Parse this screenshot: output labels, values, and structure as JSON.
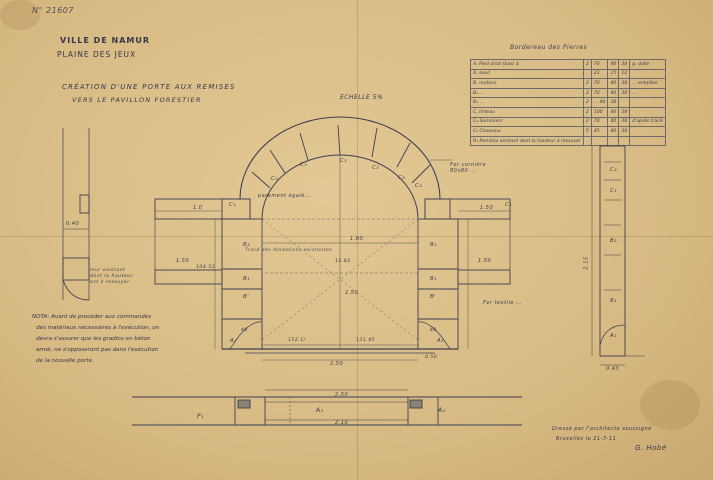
{
  "header": {
    "ref_number": "N° 21607",
    "city": "VILLE DE NAMUR",
    "place": "PLAINE DES JEUX",
    "title_line1": "CRÉATION D'UNE PORTE AUX REMISES",
    "title_line2": "VERS LE PAVILLON FORESTIER",
    "scale": "ECHELLE 5%"
  },
  "materials_table": {
    "heading": "Bordereau des Pierres",
    "rows": [
      [
        "A. Pied droit (bas) à",
        "2",
        "70",
        "40",
        "38",
        "g. dalle"
      ],
      [
        "A, seuil",
        "",
        "23",
        "15",
        "12",
        ""
      ],
      [
        "B, mutons",
        "2",
        "70",
        "40",
        "38",
        "... entailles"
      ],
      [
        "B₂ ...",
        "2",
        "70",
        "40",
        "38",
        "..."
      ],
      [
        "B₃ ...",
        "2",
        "... 40",
        "38",
        "",
        ""
      ],
      [
        "C, linteau",
        "2",
        "100",
        "40",
        "38",
        ""
      ],
      [
        "C₂ Sommiers",
        "2",
        "70",
        "40",
        "38",
        "d'après tracé"
      ],
      [
        "C₃ Claveaux",
        "5",
        "45",
        "40",
        "38",
        ""
      ],
      [
        "R₁ Remblai existant dont la hauteur à ressuyer",
        "",
        "",
        "",
        "",
        ""
      ]
    ]
  },
  "elevation_labels": {
    "arch_text": "parement égalé...",
    "keystones": [
      "C₂",
      "C₃",
      "C₃",
      "C₃",
      "C₃",
      "C₂"
    ],
    "left_labels": [
      "C₁",
      "B₂",
      "B₁",
      "B'",
      "A₁"
    ],
    "right_labels": [
      "C₁",
      "B₂",
      "B₁",
      "B'",
      "A₁"
    ],
    "trace_text": "Tracé des fondations existantes",
    "dims": {
      "width_total": "2.50",
      "inner_width": "1.80",
      "left_overhang": "1.0",
      "right_overhang": "1.50",
      "height": "2.50",
      "side_1": "1.50",
      "side_2": "1.50",
      "bottom_left": "152.1/",
      "bottom_right": "131.45",
      "offset": "0.50",
      "left_small": "40",
      "right_small": "40",
      "mid": "12.82",
      "level_left": "104.53"
    },
    "arch_note": "Fer cornière\n80x80 ...",
    "right_note": "Fer textile ...",
    "left_note": "mur existant\ndont la hauteur\nest à ressuyer"
  },
  "plan_labels": {
    "p1": "P₁",
    "a1": "A₁",
    "b_right": "A₁",
    "dim_top": "2.50",
    "dim_bottom": "2.10"
  },
  "side_labels": {
    "left_dim": "0.40",
    "right_labels": [
      "C₂",
      "C₁",
      "B₂",
      "B₁",
      "A₁"
    ],
    "right_dim": "0.43",
    "right_height": "2.15"
  },
  "nota": {
    "lines": [
      "NOTA: Avant de procéder aux commandes",
      "des matériaux nécessaires à l'exécution, on",
      "devra s'assurer que les gradins en béton",
      "armé, ne s'opposeront pas dans l'exécution",
      "de la nouvelle porte."
    ]
  },
  "signature": {
    "line1": "Dressé par l'architecte soussigné",
    "line2": "Bruxelles le 21-7-11",
    "name": "G. Hobé"
  },
  "colors": {
    "paper": "#dcc08a",
    "ink": "#34364a",
    "pencil": "#6f6a62"
  }
}
